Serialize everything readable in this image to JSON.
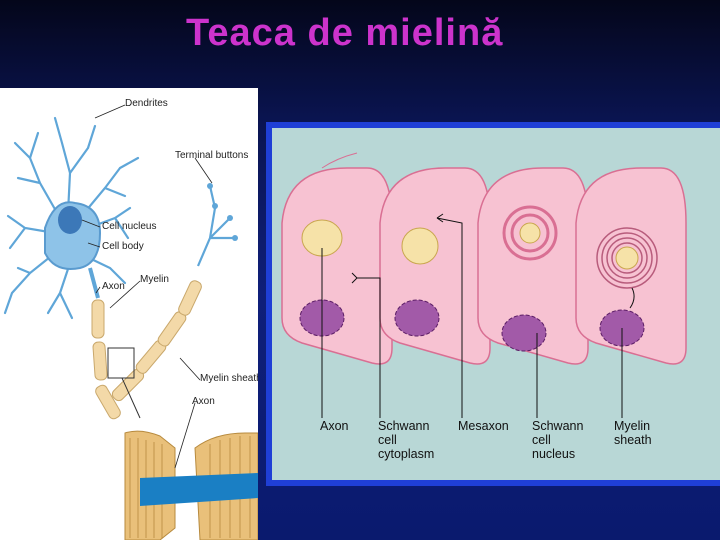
{
  "slide": {
    "title": "Teaca de mielină"
  },
  "neuron_figure": {
    "labels": {
      "dendrites": "Dendrites",
      "terminal_buttons": "Terminal buttons",
      "cell_nucleus": "Cell nucleus",
      "cell_body": "Cell body",
      "axon": "Axon",
      "myelin": "Myelin",
      "myelin_sheath": "Myelin sheath",
      "axon_2": "Axon"
    },
    "colors": {
      "cell": "#8ec3e8",
      "myelin": "#f3d9a8",
      "axon_core": "#1a7fc4"
    }
  },
  "schwann_figure": {
    "labels": {
      "axon": "Axon",
      "schwann_cytoplasm_1": "Schwann",
      "schwann_cytoplasm_2": "cell",
      "schwann_cytoplasm_3": "cytoplasm",
      "mesaxon": "Mesaxon",
      "schwann_nucleus_1": "Schwann",
      "schwann_nucleus_2": "cell",
      "schwann_nucleus_3": "nucleus",
      "myelin_sheath_1": "Myelin",
      "myelin_sheath_2": "sheath"
    },
    "colors": {
      "background": "#b8d7d6",
      "membrane": "#f5b6c8",
      "nucleus": "#a25aa8",
      "axon": "#f6e2a8",
      "frame": "#1f3fd6"
    }
  }
}
